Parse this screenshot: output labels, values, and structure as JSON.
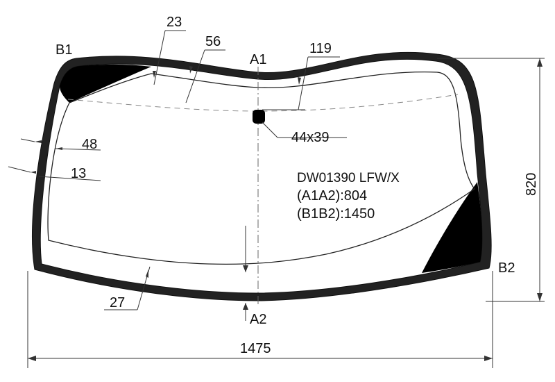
{
  "points": {
    "b1": "B1",
    "b2": "B2",
    "a1": "A1",
    "a2": "A2"
  },
  "dimensions": {
    "d23": "23",
    "d56": "56",
    "d119": "119",
    "d48": "48",
    "d13": "13",
    "d27": "27",
    "sensor": "44x39",
    "height": "820",
    "width": "1475"
  },
  "info": {
    "code": "DW01390 LFW/X",
    "a1a2": "(A1A2):804",
    "b1b2": "(B1B2):1450"
  },
  "colors": {
    "glass_frame": "#222222",
    "ceramic_band": "#000000",
    "lines": "#333333"
  }
}
